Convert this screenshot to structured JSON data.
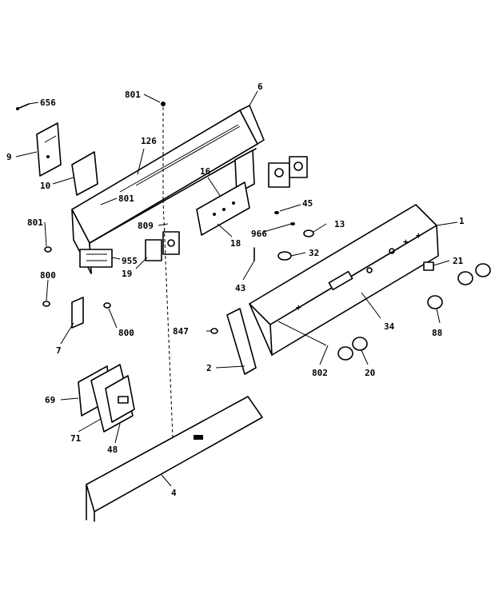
{
  "labels": {
    "l656": "656",
    "l9": "9",
    "l10": "10",
    "l801a": "801",
    "l126": "126",
    "l6": "6",
    "l16": "16",
    "l45": "45",
    "l13": "13",
    "l1": "1",
    "l801b": "801",
    "l801c": "801",
    "l955": "955",
    "l19": "19",
    "l800a": "800",
    "l800b": "800",
    "l7": "7",
    "l966": "966",
    "l18": "18",
    "l32": "32",
    "l43": "43",
    "l21": "21",
    "l88": "88",
    "l34": "34",
    "l847": "847",
    "l2": "2",
    "l802": "802",
    "l20": "20",
    "l69": "69",
    "l71": "71",
    "l48": "48",
    "l4": "4",
    "l809": "809"
  }
}
